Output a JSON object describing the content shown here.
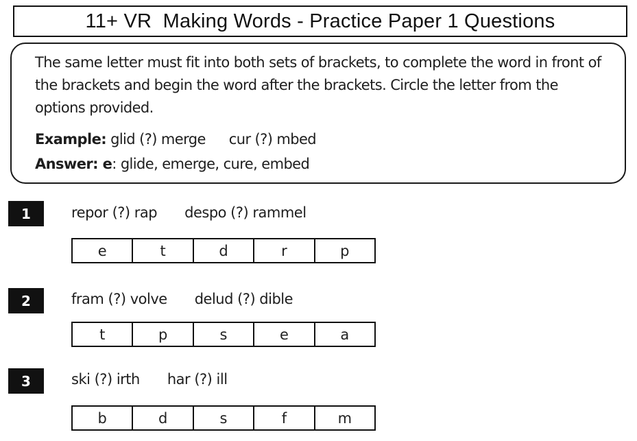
{
  "title": "11+ VR  Making Words - Practice Paper 1 Questions",
  "instructions": {
    "text": "The same letter must fit into both sets of brackets, to complete the word in front of the brackets and begin the word after the brackets. Circle the letter from the options provided.",
    "example_label": "Example:",
    "example_part1": " glid (?) merge",
    "example_part2": "cur (?) mbed",
    "answer_label": "Answer: e",
    "answer_text": ": glide, emerge, cure, embed"
  },
  "questions": [
    {
      "number": "1",
      "part1": "repor (?) rap",
      "part2": "despo (?) rammel",
      "options": [
        "e",
        "t",
        "d",
        "r",
        "p"
      ]
    },
    {
      "number": "2",
      "part1": "fram (?) volve",
      "part2": "delud (?) dible",
      "options": [
        "t",
        "p",
        "s",
        "e",
        "a"
      ]
    },
    {
      "number": "3",
      "part1": "ski (?) irth",
      "part2": "har (?) ill",
      "options": [
        "b",
        "d",
        "s",
        "f",
        "m"
      ]
    }
  ]
}
